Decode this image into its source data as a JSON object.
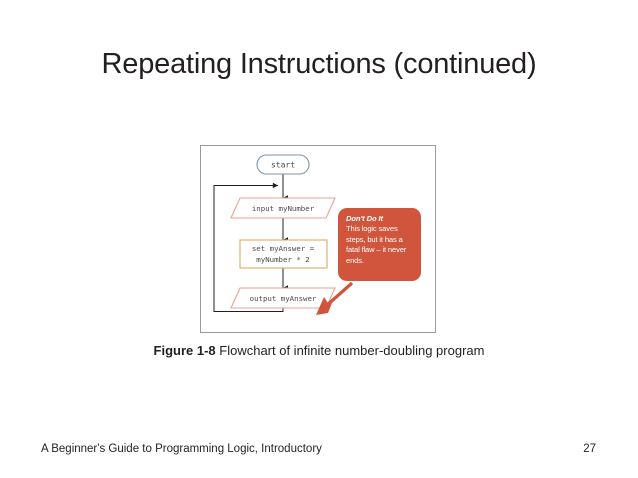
{
  "slide": {
    "title": "Repeating Instructions (continued)",
    "background": "#ffffff"
  },
  "figure": {
    "frame_color": "#9a9a9a",
    "caption_label": "Figure 1-8",
    "caption_text": " Flowchart of infinite number-doubling program",
    "flowchart": {
      "nodes": [
        {
          "id": "start",
          "type": "terminator",
          "label": "start",
          "border_color": "#7d93a6"
        },
        {
          "id": "input",
          "type": "io",
          "label": "input myNumber",
          "border_color": "#e8a094"
        },
        {
          "id": "process",
          "type": "process",
          "label_line1": "set myAnswer =",
          "label_line2": "myNumber * 2",
          "border_color": "#e0a95c"
        },
        {
          "id": "output",
          "type": "io",
          "label": "output myAnswer",
          "border_color": "#e8a094"
        }
      ],
      "connector_color": "#231f20",
      "loop_description": "output myAnswer loops back to input myNumber"
    },
    "callout": {
      "heading": "Don't Do It",
      "lines": [
        "This logic saves",
        "steps, but it has a",
        "fatal flaw – it never",
        "ends."
      ],
      "background": "#d1553c",
      "text_color": "#ffffff",
      "arrow_color": "#d1553c"
    }
  },
  "footer": {
    "book_title": "A Beginner's Guide to Programming Logic, Introductory",
    "page_number": "27"
  }
}
